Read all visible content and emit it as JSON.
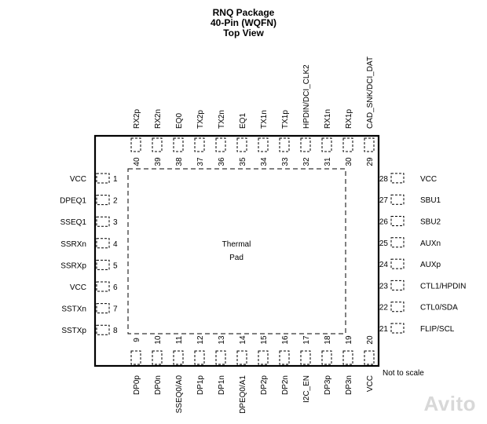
{
  "title": {
    "line1": "RNQ Package",
    "line2": "40-Pin (WQFN)",
    "line3": "Top View"
  },
  "thermal_pad": {
    "line1": "Thermal",
    "line2": "Pad"
  },
  "note": "Not to scale",
  "watermark": "Avito",
  "pins": {
    "left": [
      {
        "num": "1",
        "name": "VCC"
      },
      {
        "num": "2",
        "name": "DPEQ1"
      },
      {
        "num": "3",
        "name": "SSEQ1"
      },
      {
        "num": "4",
        "name": "SSRXn"
      },
      {
        "num": "5",
        "name": "SSRXp"
      },
      {
        "num": "6",
        "name": "VCC"
      },
      {
        "num": "7",
        "name": "SSTXn"
      },
      {
        "num": "8",
        "name": "SSTXp"
      }
    ],
    "bottom": [
      {
        "num": "9",
        "name": "DP0p"
      },
      {
        "num": "10",
        "name": "DP0n"
      },
      {
        "num": "11",
        "name": "SSEQ0/A0"
      },
      {
        "num": "12",
        "name": "DP1p"
      },
      {
        "num": "13",
        "name": "DP1n"
      },
      {
        "num": "14",
        "name": "DPEQ0/A1"
      },
      {
        "num": "15",
        "name": "DP2p"
      },
      {
        "num": "16",
        "name": "DP2n"
      },
      {
        "num": "17",
        "name": "I2C_EN"
      },
      {
        "num": "18",
        "name": "DP3p"
      },
      {
        "num": "19",
        "name": "DP3n"
      },
      {
        "num": "20",
        "name": "VCC"
      }
    ],
    "right": [
      {
        "num": "21",
        "name": "FLIP/SCL"
      },
      {
        "num": "22",
        "name": "CTL0/SDA"
      },
      {
        "num": "23",
        "name": "CTL1/HPDIN"
      },
      {
        "num": "24",
        "name": "AUXp"
      },
      {
        "num": "25",
        "name": "AUXn"
      },
      {
        "num": "26",
        "name": "SBU2"
      },
      {
        "num": "27",
        "name": "SBU1"
      },
      {
        "num": "28",
        "name": "VCC"
      }
    ],
    "top": [
      {
        "num": "29",
        "name": "CAD_SNK/DCI_DAT"
      },
      {
        "num": "30",
        "name": "RX1p"
      },
      {
        "num": "31",
        "name": "RX1n"
      },
      {
        "num": "32",
        "name": "HPDIN/DCI_CLK2"
      },
      {
        "num": "33",
        "name": "TX1p"
      },
      {
        "num": "34",
        "name": "TX1n"
      },
      {
        "num": "35",
        "name": "EQ1"
      },
      {
        "num": "36",
        "name": "TX2n"
      },
      {
        "num": "37",
        "name": "TX2p"
      },
      {
        "num": "38",
        "name": "EQ0"
      },
      {
        "num": "39",
        "name": "RX2n"
      },
      {
        "num": "40",
        "name": "RX2p"
      }
    ]
  }
}
